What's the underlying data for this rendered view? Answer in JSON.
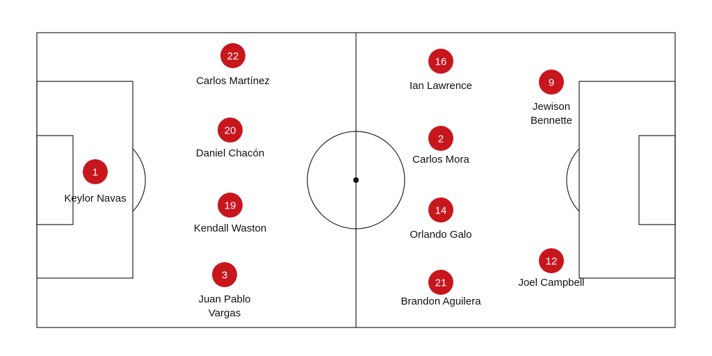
{
  "colors": {
    "player": "#c8161d",
    "lines": "#222222"
  },
  "players": [
    {
      "number": "1",
      "name": [
        "Keylor Navas"
      ]
    },
    {
      "number": "22",
      "name": [
        "Carlos Martínez"
      ]
    },
    {
      "number": "20",
      "name": [
        "Daniel Chacón"
      ]
    },
    {
      "number": "19",
      "name": [
        "Kendall Waston"
      ]
    },
    {
      "number": "3",
      "name": [
        "Juan Pablo",
        "Vargas"
      ]
    },
    {
      "number": "16",
      "name": [
        "Ian Lawrence"
      ]
    },
    {
      "number": "2",
      "name": [
        "Carlos Mora"
      ]
    },
    {
      "number": "14",
      "name": [
        "Orlando Galo"
      ]
    },
    {
      "number": "21",
      "name": [
        "Brandon Aguilera"
      ]
    },
    {
      "number": "9",
      "name": [
        "Jewison",
        "Bennette"
      ]
    },
    {
      "number": "12",
      "name": [
        "Joel Campbell"
      ]
    }
  ]
}
